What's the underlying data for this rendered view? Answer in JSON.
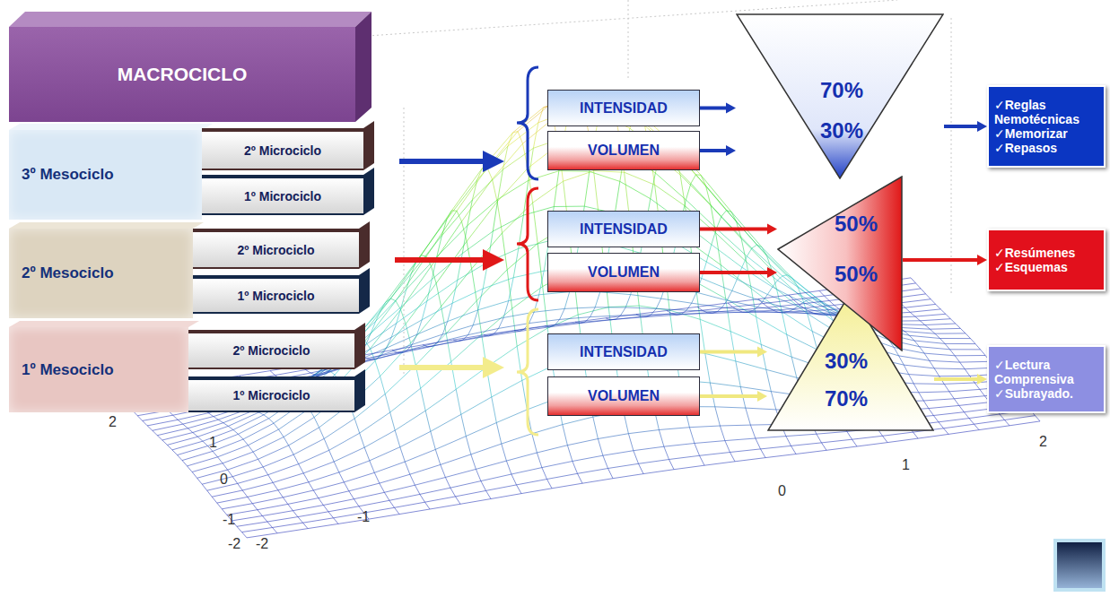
{
  "diagram": {
    "nodes": [
      {
        "text": [
          "MACROCICLO"
        ]
      },
      {
        "text": [
          "3º Mesociclo"
        ]
      },
      {
        "text": [
          "2º Microciclo"
        ]
      },
      {
        "text": [
          "1º Microciclo"
        ]
      },
      {
        "text": [
          "2º Mesociclo"
        ]
      },
      {
        "text": [
          "2º Microciclo"
        ]
      },
      {
        "text": [
          "1º Microciclo"
        ]
      },
      {
        "text": [
          "1º Mesociclo"
        ]
      },
      {
        "text": [
          "2º Microciclo"
        ]
      },
      {
        "text": [
          "1º Microciclo"
        ]
      },
      {
        "text": [
          "INTENSIDAD"
        ]
      },
      {
        "text": [
          "VOLUMEN"
        ]
      },
      {
        "text": [
          "70%",
          "30%"
        ]
      },
      {
        "text": [
          "✓Reglas Nemotécnicas",
          "✓Memorizar",
          "✓Repasos"
        ]
      },
      {
        "text": [
          "INTENSIDAD"
        ]
      },
      {
        "text": [
          "VOLUMEN"
        ]
      },
      {
        "text": [
          "50%",
          "50%"
        ]
      },
      {
        "text": [
          "✓Resúmenes",
          "✓Esquemas"
        ]
      },
      {
        "text": [
          "INTENSIDAD"
        ]
      },
      {
        "text": [
          "VOLUMEN"
        ]
      },
      {
        "text": [
          "30%",
          "70%"
        ]
      },
      {
        "text": [
          "✓Lectura Comprensiva",
          "✓Subrayado."
        ]
      }
    ],
    "edges": [
      {
        "from": 10,
        "to": 12,
        "arrow": "to"
      },
      {
        "from": 11,
        "to": 12,
        "arrow": "to"
      },
      {
        "from": 12,
        "to": 13,
        "arrow": "to"
      },
      {
        "from": 14,
        "to": 16,
        "arrow": "to"
      },
      {
        "from": 15,
        "to": 16,
        "arrow": "to"
      },
      {
        "from": 16,
        "to": 17,
        "arrow": "to"
      },
      {
        "from": 18,
        "to": 20,
        "arrow": "to"
      },
      {
        "from": 19,
        "to": 20,
        "arrow": "to"
      },
      {
        "from": 20,
        "to": 21,
        "arrow": "to"
      }
    ],
    "labels": [
      "2",
      "1",
      "0",
      "-1",
      "-2",
      "-2",
      "-1",
      "0",
      "1",
      "2"
    ]
  }
}
